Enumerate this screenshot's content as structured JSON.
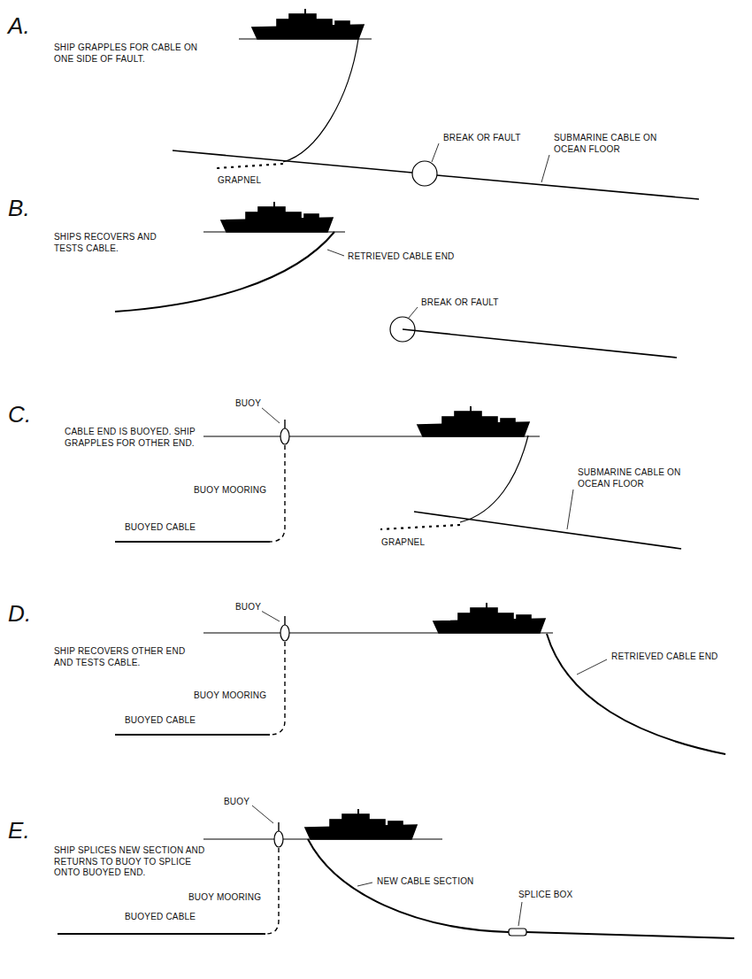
{
  "diagram": {
    "labels": [
      "A.",
      "SHIP GRAPPLES FOR CABLE ON ONE SIDE OF FAULT.",
      "BREAK OR FAULT",
      "SUBMARINE CABLE ON OCEAN FLOOR",
      "GRAPNEL",
      "B.",
      "SHIPS RECOVERS AND TESTS CABLE.",
      "RETRIEVED CABLE END",
      "BREAK OR FAULT",
      "C.",
      "CABLE END IS BUOYED. SHIP GRAPPLES FOR OTHER END.",
      "BUOY",
      "BUOY MOORING",
      "BUOYED CABLE",
      "SUBMARINE CABLE ON OCEAN FLOOR",
      "GRAPNEL",
      "D.",
      "SHIP RECOVERS OTHER END AND TESTS CABLE.",
      "BUOY",
      "BUOY MOORING",
      "BUOYED CABLE",
      "RETRIEVED CABLE END",
      "E.",
      "SHIP SPLICES NEW SECTION AND RETURNS TO BUOY TO SPLICE ONTO BUOYED END.",
      "BUOY",
      "BUOY MOORING",
      "BUOYED CABLE",
      "NEW CABLE SECTION",
      "SPLICE BOX"
    ]
  }
}
